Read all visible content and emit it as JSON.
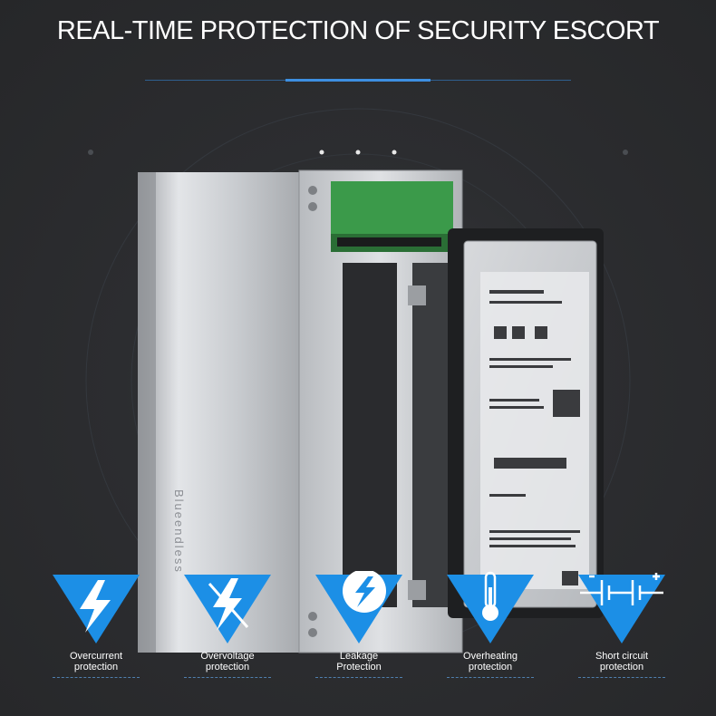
{
  "heading": "REAL-TIME PROTECTION OF SECURITY ESCORT",
  "brand_text": "Blueendless",
  "colors": {
    "accent": "#1c8fe6",
    "accent_light": "#3aa6f2",
    "background": "#2b2c2e",
    "text": "#ffffff"
  },
  "features": [
    {
      "icon": "lightning-icon",
      "line1": "Overcurrent",
      "line2": "protection"
    },
    {
      "icon": "crossed-lightning-icon",
      "line1": "Overvoltage",
      "line2": "protection"
    },
    {
      "icon": "electric-circle-icon",
      "line1": "Leakage",
      "line2": "Protection"
    },
    {
      "icon": "thermometer-icon",
      "line1": "Overheating",
      "line2": "protection"
    },
    {
      "icon": "circuit-icon",
      "line1": "Short circuit",
      "line2": "protection"
    }
  ]
}
